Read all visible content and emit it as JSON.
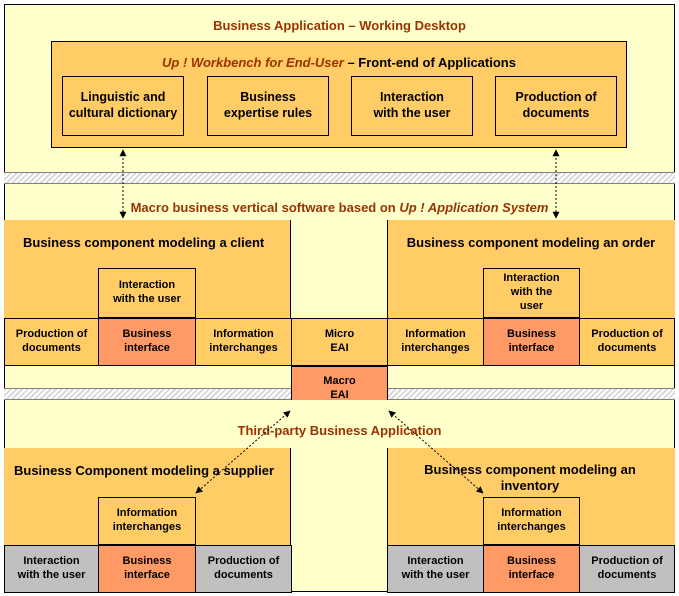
{
  "desktop": {
    "title": "Business Application – Working Desktop",
    "workbench": {
      "title_italic": "Up ! Workbench for End-User",
      "title_rest": " – Front-end of Applications",
      "boxes": [
        "Linguistic and cultural dictionary",
        "Business expertise rules",
        "Interaction with the user",
        "Production of documents"
      ]
    }
  },
  "macro_title": {
    "prefix": "Macro business vertical software based on ",
    "italic": "Up ! Application System"
  },
  "client": {
    "title": "Business component modeling a client",
    "interaction": "Interaction with the user",
    "production": "Production of documents",
    "business_interface": "Business interface",
    "information": "Information interchanges"
  },
  "micro_eai": "Micro EAI",
  "order": {
    "title": "Business component modeling an order",
    "interaction": "Interaction with the user",
    "information": "Information interchanges",
    "business_interface": "Business interface",
    "production": "Production of documents"
  },
  "macro_eai": "Macro EAI",
  "third_party_title": "Third-party Business Application",
  "supplier": {
    "title": "Business Component modeling a supplier",
    "information": "Information interchanges",
    "interaction": "Interaction with the user",
    "business_interface": "Business interface",
    "production": "Production of documents"
  },
  "inventory": {
    "title": "Business component modeling an inventory",
    "information": "Information interchanges",
    "interaction": "Interaction with the user",
    "business_interface": "Business interface",
    "production": "Production of documents"
  },
  "colors": {
    "light": "#ffffcc",
    "box": "#ffcc66",
    "interface": "#ff9966",
    "grey": "#c0c0c0",
    "title": "#993300"
  }
}
